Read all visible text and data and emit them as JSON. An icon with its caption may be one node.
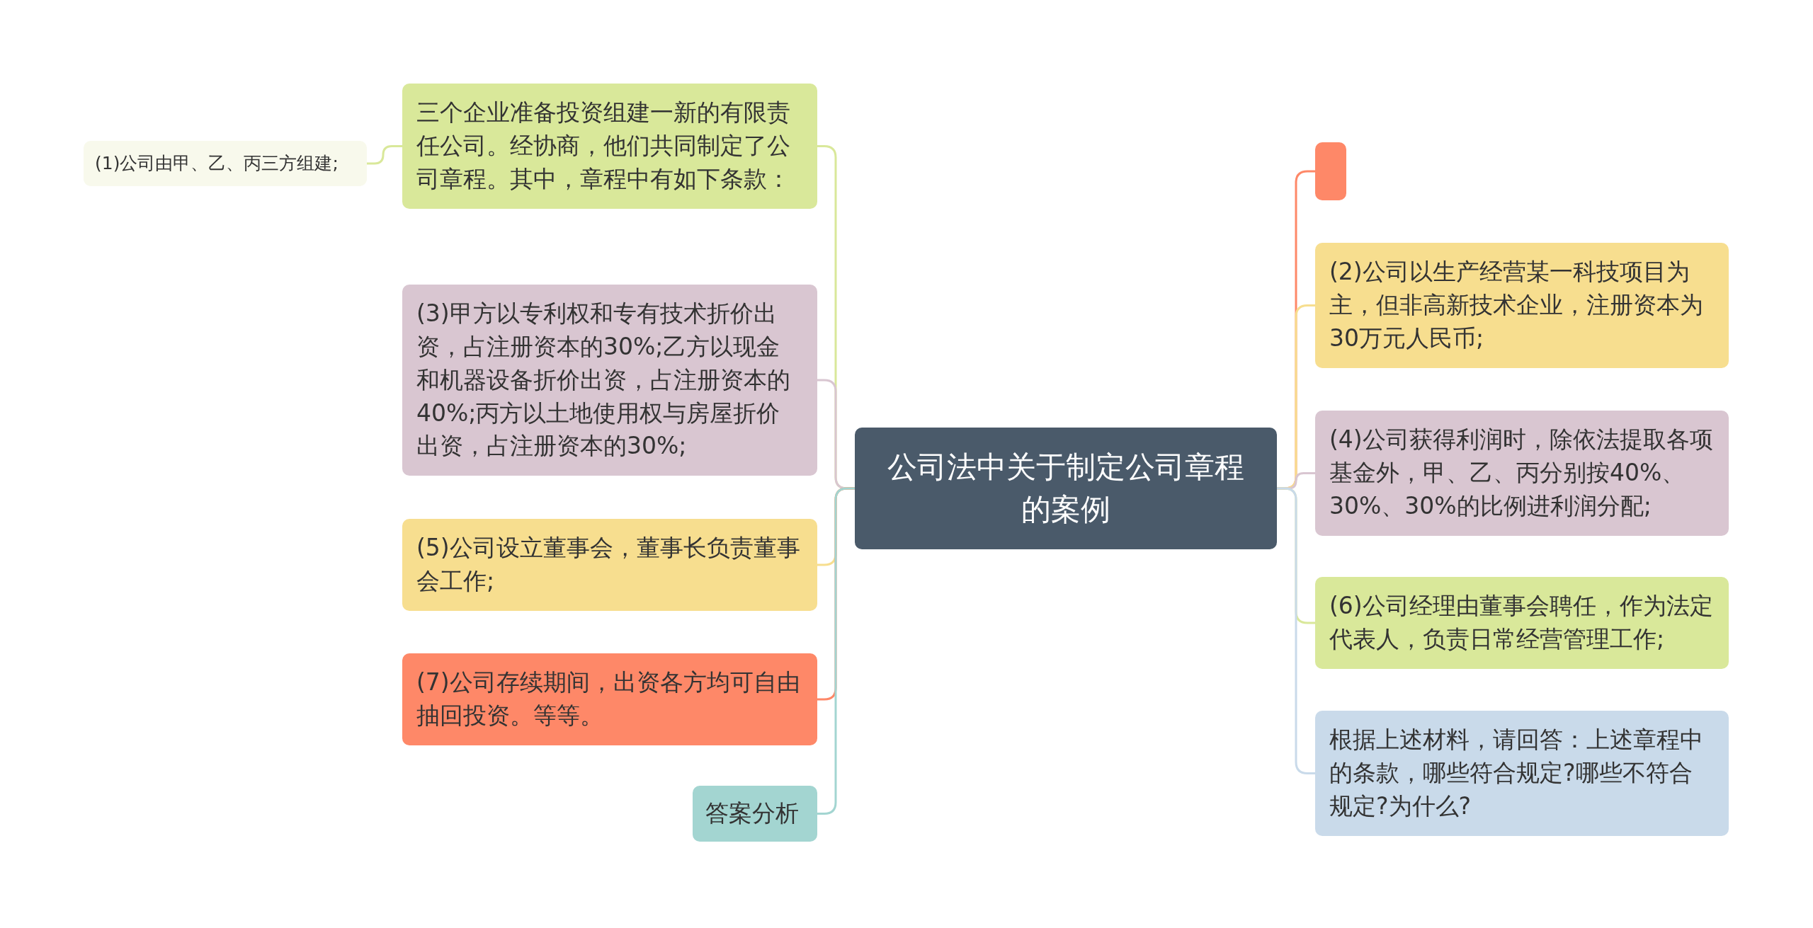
{
  "diagram": {
    "nodes": [
      {
        "text": [
          "公司法中关于制定公司章程的案例"
        ]
      },
      {
        "text": [
          "三个企业准备投资组建一新的有限责任公司。经协商，他们共同制定了公司章程。其中，章程中有如下条款："
        ]
      },
      {
        "text": [
          "(1)公司由甲、乙、丙三方组建;"
        ]
      },
      {
        "text": [
          "(3)甲方以专利权和专有技术折价出资，占注册资本的30%;乙方以现金和机器设备折价出资，占注册资本的40%;丙方以土地使用权与房屋折价出资，占注册资本的30%;"
        ]
      },
      {
        "text": [
          "(5)公司设立董事会，董事长负责董事会工作;"
        ]
      },
      {
        "text": [
          "(7)公司存续期间，出资各方均可自由抽回投资。等等。"
        ]
      },
      {
        "text": [
          "答案分析"
        ]
      },
      {
        "text": [],
        "shape": "box"
      },
      {
        "text": [
          "(2)公司以生产经营某一科技项目为主，但非高新技术企业，注册资本为30万元人民币;"
        ]
      },
      {
        "text": [
          "(4)公司获得利润时，除依法提取各项基金外，甲、乙、丙分别按40%、30%、30%的比例进利润分配;"
        ]
      },
      {
        "text": [
          "(6)公司经理由董事会聘任，作为法定代表人，负责日常经营管理工作;"
        ]
      },
      {
        "text": [
          "根据上述材料，请回答：上述章程中的条款，哪些符合规定?哪些不符合规定?为什么?"
        ]
      }
    ],
    "edges": [
      {
        "from": 0,
        "to": 1,
        "arrow": "none",
        "color": "#d9e89a"
      },
      {
        "from": 1,
        "to": 2,
        "arrow": "none",
        "color": "#d9e89a"
      },
      {
        "from": 0,
        "to": 3,
        "arrow": "none",
        "color": "#d9c6d1"
      },
      {
        "from": 0,
        "to": 4,
        "arrow": "none",
        "color": "#f7de8f"
      },
      {
        "from": 0,
        "to": 5,
        "arrow": "none",
        "color": "#fe8868"
      },
      {
        "from": 0,
        "to": 6,
        "arrow": "none",
        "color": "#a3d5d1"
      },
      {
        "from": 0,
        "to": 7,
        "arrow": "none",
        "color": "#fe8868"
      },
      {
        "from": 0,
        "to": 8,
        "arrow": "none",
        "color": "#f7de8f"
      },
      {
        "from": 0,
        "to": 9,
        "arrow": "none",
        "color": "#d9c6d1"
      },
      {
        "from": 0,
        "to": 10,
        "arrow": "none",
        "color": "#d9e89a"
      },
      {
        "from": 0,
        "to": 11,
        "arrow": "none",
        "color": "#c9daea"
      }
    ]
  }
}
